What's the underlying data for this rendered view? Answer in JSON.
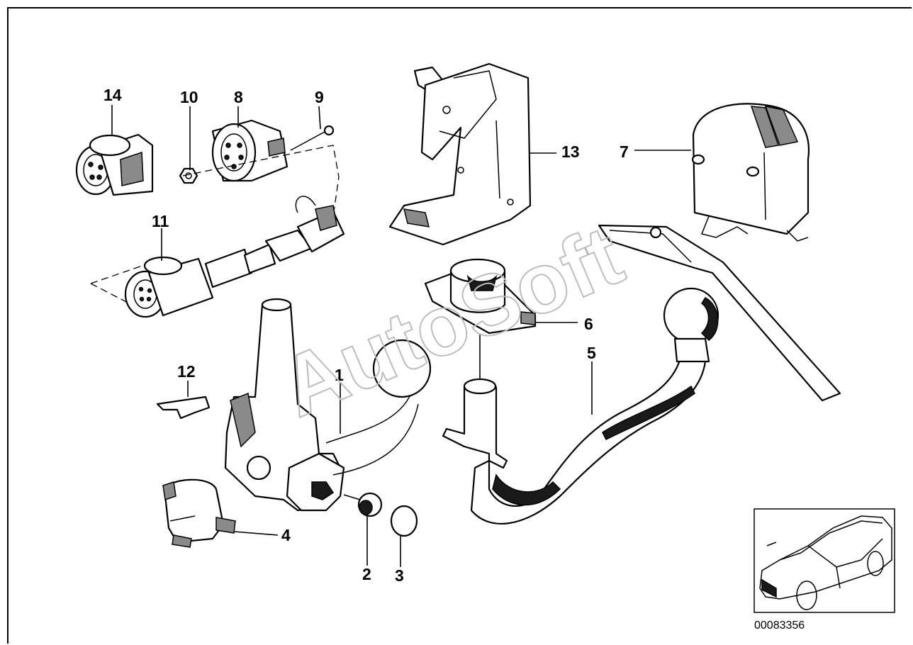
{
  "watermark": "AutoSoft",
  "reference_number": "00083356",
  "callouts": [
    "1",
    "2",
    "3",
    "4",
    "5",
    "6",
    "7",
    "8",
    "9",
    "10",
    "11",
    "12",
    "13",
    "14"
  ]
}
